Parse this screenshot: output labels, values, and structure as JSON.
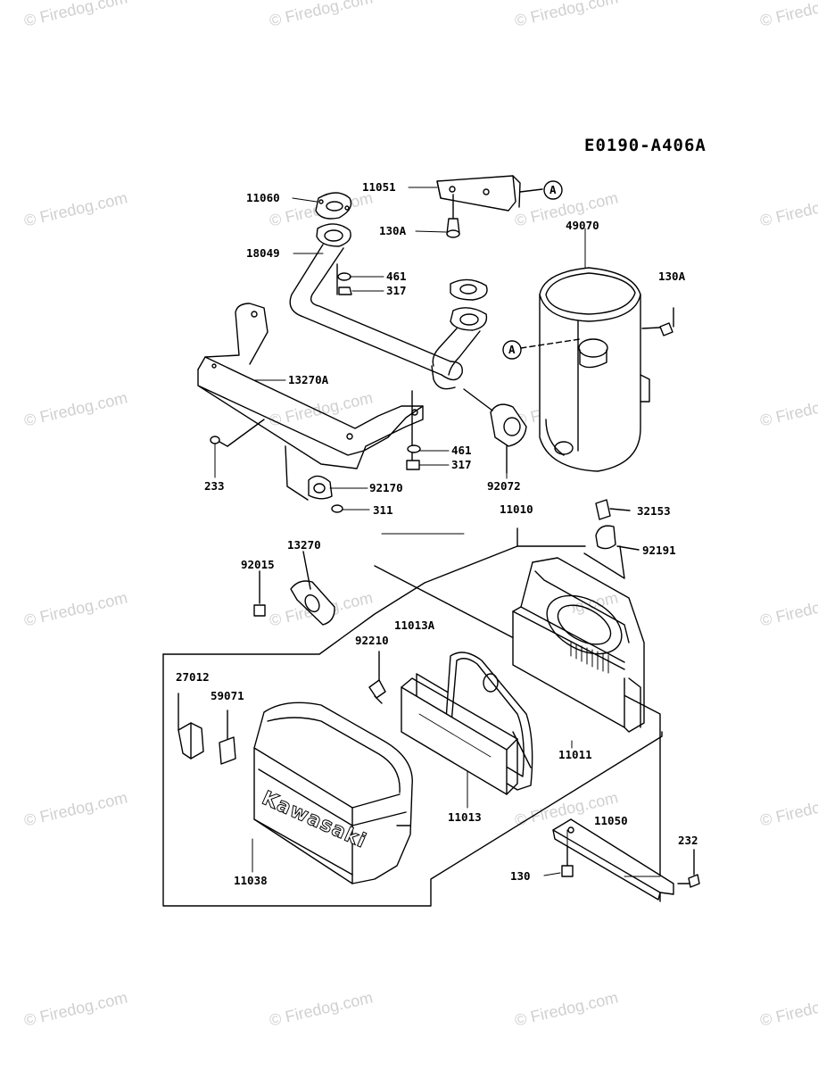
{
  "diagram_code": "E0190-A406A",
  "watermark": "© Firedog.com",
  "brand_label": "Kawasaki",
  "callout_letter": "A",
  "colors": {
    "line": "#000000",
    "watermark": "#d0d0d0",
    "background": "#ffffff"
  },
  "parts": {
    "p11060": "11060",
    "p11051": "11051",
    "p130A_top": "130A",
    "p49070": "49070",
    "p130A_right": "130A",
    "p18049": "18049",
    "p461_top": "461",
    "p317_top": "317",
    "p13270A": "13270A",
    "p233": "233",
    "p461_mid": "461",
    "p317_mid": "317",
    "p92072": "92072",
    "p92170": "92170",
    "p311": "311",
    "p11010": "11010",
    "p32153": "32153",
    "p92191": "92191",
    "p13270": "13270",
    "p92015": "92015",
    "p11013A": "11013A",
    "p92210": "92210",
    "p27012": "27012",
    "p59071": "59071",
    "p11011": "11011",
    "p11013": "11013",
    "p11050": "11050",
    "p232": "232",
    "p130": "130",
    "p11038": "11038"
  }
}
